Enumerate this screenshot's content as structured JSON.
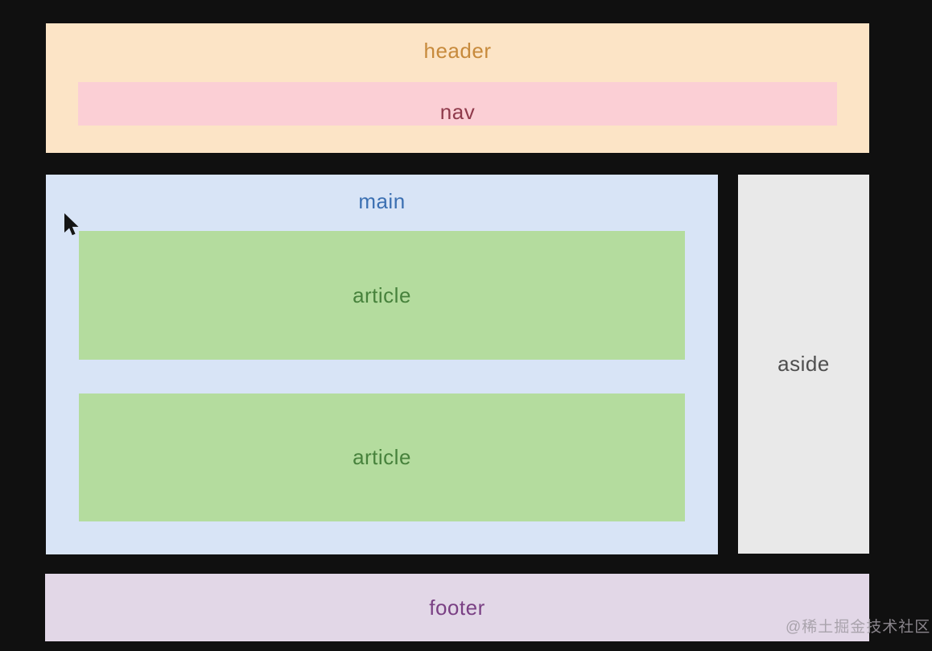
{
  "canvas": {
    "background": "#101010"
  },
  "diagram": {
    "header": {
      "label": "header",
      "bg": "#fce4c6",
      "fg": "#c78a3c"
    },
    "nav": {
      "label": "nav",
      "bg": "#fbcfd5",
      "fg": "#8f3a4b"
    },
    "main": {
      "label": "main",
      "bg": "#d8e4f6",
      "fg": "#3c70b2"
    },
    "article_style": {
      "bg": "#b4dc9e",
      "fg": "#47823c"
    },
    "articles": [
      {
        "label": "article"
      },
      {
        "label": "article"
      }
    ],
    "aside": {
      "label": "aside",
      "bg": "#e9e9e9",
      "fg": "#4f4f4f"
    },
    "footer": {
      "label": "footer",
      "bg": "#e2d7e7",
      "fg": "#7a4084"
    }
  },
  "watermark": {
    "text": "@稀土掘金技术社区",
    "color": "#a09aa2"
  },
  "icons": {
    "cursor": "arrow-pointer"
  }
}
